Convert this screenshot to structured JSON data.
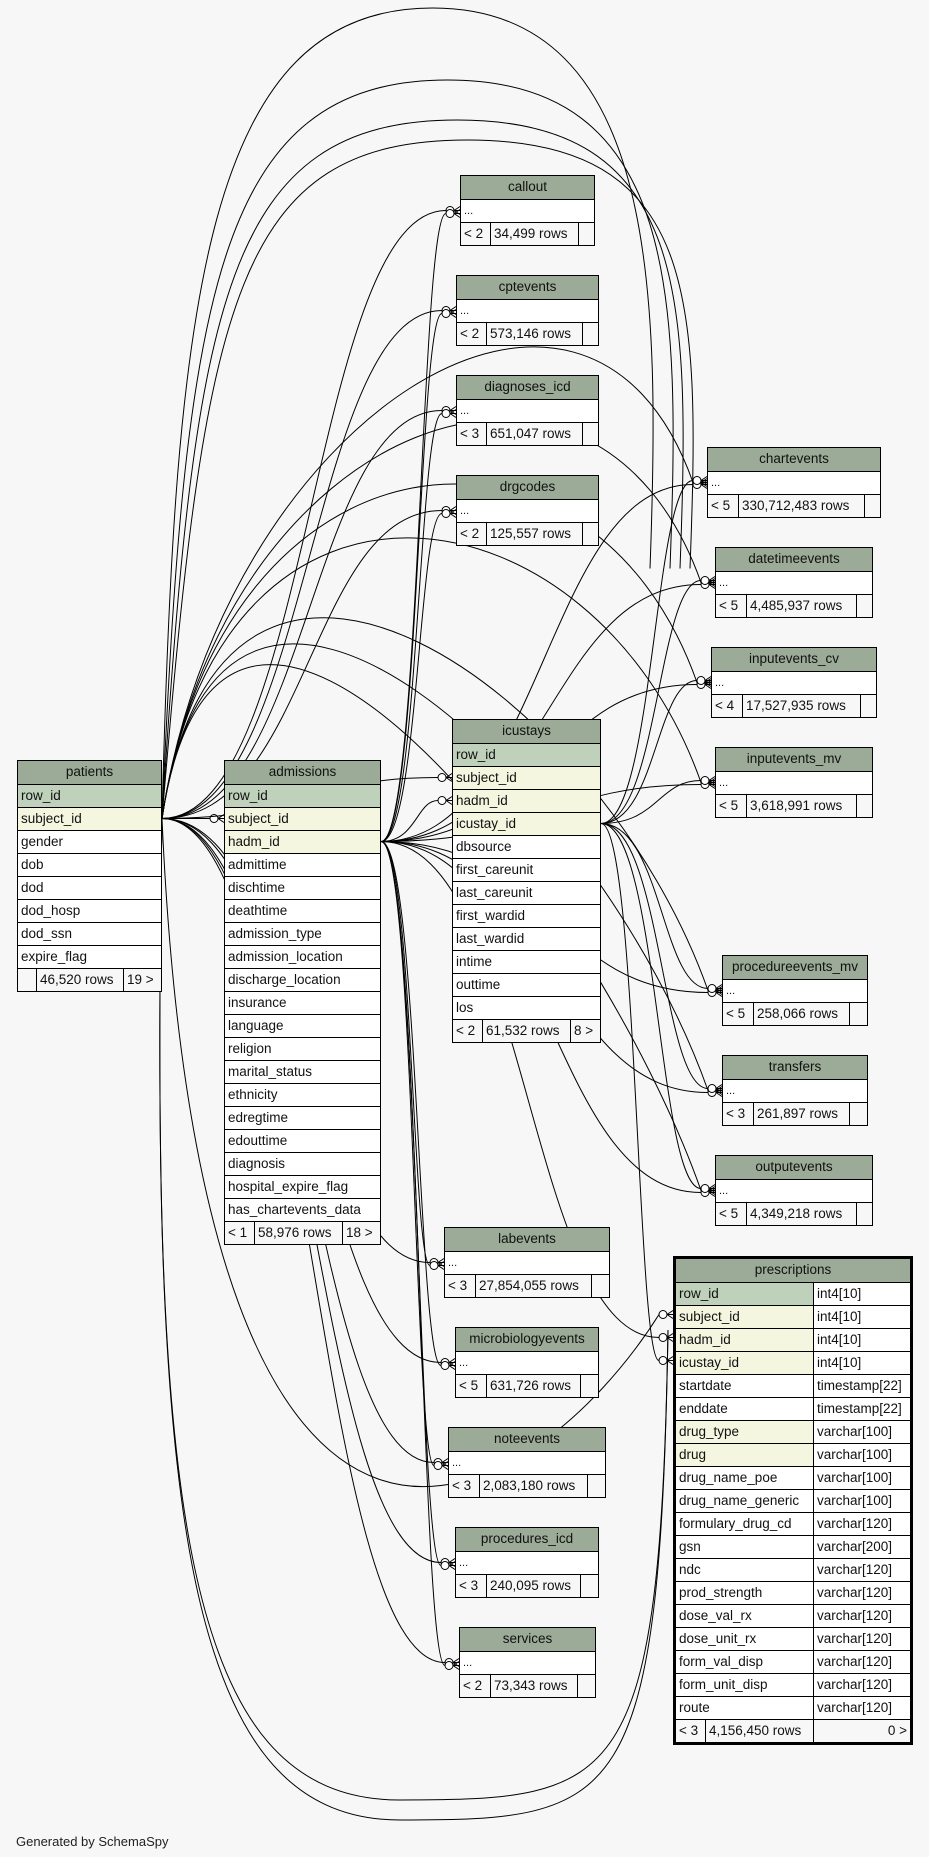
{
  "footer": "Generated by SchemaSpy",
  "tables": {
    "patients": {
      "title": "patients",
      "columns": [
        {
          "name": "row_id",
          "kind": "pk"
        },
        {
          "name": "subject_id",
          "kind": "fk"
        },
        {
          "name": "gender",
          "kind": "plain"
        },
        {
          "name": "dob",
          "kind": "plain"
        },
        {
          "name": "dod",
          "kind": "plain"
        },
        {
          "name": "dod_hosp",
          "kind": "plain"
        },
        {
          "name": "dod_ssn",
          "kind": "plain"
        },
        {
          "name": "expire_flag",
          "kind": "plain"
        }
      ],
      "parents": "",
      "rows": "46,520 rows",
      "children": "19 >"
    },
    "admissions": {
      "title": "admissions",
      "columns": [
        {
          "name": "row_id",
          "kind": "pk"
        },
        {
          "name": "subject_id",
          "kind": "fk"
        },
        {
          "name": "hadm_id",
          "kind": "fk"
        },
        {
          "name": "admittime",
          "kind": "plain"
        },
        {
          "name": "dischtime",
          "kind": "plain"
        },
        {
          "name": "deathtime",
          "kind": "plain"
        },
        {
          "name": "admission_type",
          "kind": "plain"
        },
        {
          "name": "admission_location",
          "kind": "plain"
        },
        {
          "name": "discharge_location",
          "kind": "plain"
        },
        {
          "name": "insurance",
          "kind": "plain"
        },
        {
          "name": "language",
          "kind": "plain"
        },
        {
          "name": "religion",
          "kind": "plain"
        },
        {
          "name": "marital_status",
          "kind": "plain"
        },
        {
          "name": "ethnicity",
          "kind": "plain"
        },
        {
          "name": "edregtime",
          "kind": "plain"
        },
        {
          "name": "edouttime",
          "kind": "plain"
        },
        {
          "name": "diagnosis",
          "kind": "plain"
        },
        {
          "name": "hospital_expire_flag",
          "kind": "plain"
        },
        {
          "name": "has_chartevents_data",
          "kind": "plain"
        }
      ],
      "parents": "< 1",
      "rows": "58,976 rows",
      "children": "18 >"
    },
    "icustays": {
      "title": "icustays",
      "columns": [
        {
          "name": "row_id",
          "kind": "pk"
        },
        {
          "name": "subject_id",
          "kind": "fk"
        },
        {
          "name": "hadm_id",
          "kind": "fk"
        },
        {
          "name": "icustay_id",
          "kind": "fk"
        },
        {
          "name": "dbsource",
          "kind": "plain"
        },
        {
          "name": "first_careunit",
          "kind": "plain"
        },
        {
          "name": "last_careunit",
          "kind": "plain"
        },
        {
          "name": "first_wardid",
          "kind": "plain"
        },
        {
          "name": "last_wardid",
          "kind": "plain"
        },
        {
          "name": "intime",
          "kind": "plain"
        },
        {
          "name": "outtime",
          "kind": "plain"
        },
        {
          "name": "los",
          "kind": "plain"
        }
      ],
      "parents": "< 2",
      "rows": "61,532 rows",
      "children": "8 >"
    },
    "prescriptions": {
      "title": "prescriptions",
      "columns": [
        {
          "name": "row_id",
          "type": "int4[10]",
          "kind": "pk"
        },
        {
          "name": "subject_id",
          "type": "int4[10]",
          "kind": "fk"
        },
        {
          "name": "hadm_id",
          "type": "int4[10]",
          "kind": "fk"
        },
        {
          "name": "icustay_id",
          "type": "int4[10]",
          "kind": "fk"
        },
        {
          "name": "startdate",
          "type": "timestamp[22]",
          "kind": "plain"
        },
        {
          "name": "enddate",
          "type": "timestamp[22]",
          "kind": "plain"
        },
        {
          "name": "drug_type",
          "type": "varchar[100]",
          "kind": "fk"
        },
        {
          "name": "drug",
          "type": "varchar[100]",
          "kind": "fk"
        },
        {
          "name": "drug_name_poe",
          "type": "varchar[100]",
          "kind": "plain"
        },
        {
          "name": "drug_name_generic",
          "type": "varchar[100]",
          "kind": "plain"
        },
        {
          "name": "formulary_drug_cd",
          "type": "varchar[120]",
          "kind": "plain"
        },
        {
          "name": "gsn",
          "type": "varchar[200]",
          "kind": "plain"
        },
        {
          "name": "ndc",
          "type": "varchar[120]",
          "kind": "plain"
        },
        {
          "name": "prod_strength",
          "type": "varchar[120]",
          "kind": "plain"
        },
        {
          "name": "dose_val_rx",
          "type": "varchar[120]",
          "kind": "plain"
        },
        {
          "name": "dose_unit_rx",
          "type": "varchar[120]",
          "kind": "plain"
        },
        {
          "name": "form_val_disp",
          "type": "varchar[120]",
          "kind": "plain"
        },
        {
          "name": "form_unit_disp",
          "type": "varchar[120]",
          "kind": "plain"
        },
        {
          "name": "route",
          "type": "varchar[120]",
          "kind": "plain"
        }
      ],
      "parents": "< 3",
      "rows": "4,156,450 rows",
      "children": "0 >"
    },
    "callout": {
      "title": "callout",
      "parents": "< 2",
      "rows": "34,499 rows",
      "children": "",
      "ellipsis": "..."
    },
    "cptevents": {
      "title": "cptevents",
      "parents": "< 2",
      "rows": "573,146 rows",
      "children": "",
      "ellipsis": "..."
    },
    "diagnoses_icd": {
      "title": "diagnoses_icd",
      "parents": "< 3",
      "rows": "651,047 rows",
      "children": "",
      "ellipsis": "..."
    },
    "drgcodes": {
      "title": "drgcodes",
      "parents": "< 2",
      "rows": "125,557 rows",
      "children": "",
      "ellipsis": "..."
    },
    "chartevents": {
      "title": "chartevents",
      "parents": "< 5",
      "rows": "330,712,483 rows",
      "children": "",
      "ellipsis": "..."
    },
    "datetimeevents": {
      "title": "datetimeevents",
      "parents": "< 5",
      "rows": "4,485,937 rows",
      "children": "",
      "ellipsis": "..."
    },
    "inputevents_cv": {
      "title": "inputevents_cv",
      "parents": "< 4",
      "rows": "17,527,935 rows",
      "children": "",
      "ellipsis": "..."
    },
    "inputevents_mv": {
      "title": "inputevents_mv",
      "parents": "< 5",
      "rows": "3,618,991 rows",
      "children": "",
      "ellipsis": "..."
    },
    "procedureevents_mv": {
      "title": "procedureevents_mv",
      "parents": "< 5",
      "rows": "258,066 rows",
      "children": "",
      "ellipsis": "..."
    },
    "transfers": {
      "title": "transfers",
      "parents": "< 3",
      "rows": "261,897 rows",
      "children": "",
      "ellipsis": "..."
    },
    "outputevents": {
      "title": "outputevents",
      "parents": "< 5",
      "rows": "4,349,218 rows",
      "children": "",
      "ellipsis": "..."
    },
    "labevents": {
      "title": "labevents",
      "parents": "< 3",
      "rows": "27,854,055 rows",
      "children": "",
      "ellipsis": "..."
    },
    "microbiologyevents": {
      "title": "microbiologyevents",
      "parents": "< 5",
      "rows": "631,726 rows",
      "children": "",
      "ellipsis": "..."
    },
    "noteevents": {
      "title": "noteevents",
      "parents": "< 3",
      "rows": "2,083,180 rows",
      "children": "",
      "ellipsis": "..."
    },
    "procedures_icd": {
      "title": "procedures_icd",
      "parents": "< 3",
      "rows": "240,095 rows",
      "children": "",
      "ellipsis": "..."
    },
    "services": {
      "title": "services",
      "parents": "< 2",
      "rows": "73,343 rows",
      "children": "",
      "ellipsis": "..."
    }
  }
}
